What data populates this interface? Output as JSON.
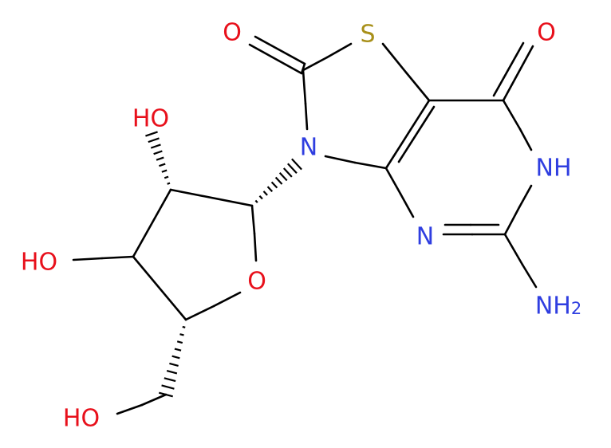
{
  "colors": {
    "oxygen": "#e8101b",
    "nitrogen": "#2f3ee0",
    "sulfur": "#a8901a",
    "carbon_bond": "#000000",
    "background": "#ffffff"
  },
  "atoms": {
    "o_carbonyl_thiazole": "O",
    "s_ring": "S",
    "o_carbonyl_pyrimidine": "O",
    "oh_c2_sugar": "HO",
    "n_ring_3": "N",
    "nh_ring": "NH",
    "oh_c3_sugar": "HO",
    "n_ring_4": "N",
    "o_furanose": "O",
    "nh2_label": "NH",
    "nh2_sub": "2",
    "oh_c5_sugar": "HO"
  }
}
